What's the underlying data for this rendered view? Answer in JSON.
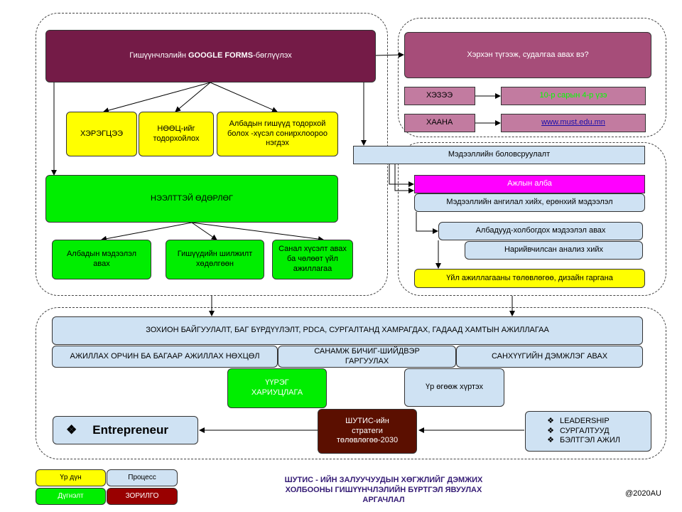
{
  "top": {
    "forms_prefix": "Гишүүнчлэлийн ",
    "forms_bold": "GOOGLE FORMS",
    "forms_suffix": "-бөглүүлэх",
    "need": "ХЭРЭГЦЭЭ",
    "resources": "НӨӨЦ-ийг тодорхойлох",
    "interest": "Албадын гишүүд тодорхой болох -хүсэл сонирхлоороо нэгдэх",
    "active": "НЭЭЛТТЭЙ ӨДӨРЛӨГ",
    "info": "Албадын мэдээлэл авах",
    "selection": "Гишүүдийн шилжилт хөдөлгөөн",
    "feedback": "Санал хүсэлт авах ба чөлөөт үйл ажиллагаа"
  },
  "right": {
    "question": "Хэрхэн түгээж, судалгаа авах вэ?",
    "when_label": "ХЭЗЭЭ",
    "when_value": "10-р сарын 4-р үзэ",
    "where_label": "ХААНА",
    "where_value": "www.must.edu.mn",
    "processing": "Мэдээллийн боловсруулалт",
    "work_dept": "Ажлын алба",
    "classify": "Мэдээллийн ангилал хийх, ерөнхий мэдээлэл",
    "dept_contact": "Албадууд-холбогдох мэдээлэл авах",
    "analysis": "Нарийвчилсан анализ хийх",
    "plan": "Үйл ажиллагааны төлөвлөгөө, дизайн гаргана"
  },
  "bottom": {
    "org": "ЗОХИОН БАЙГУУЛАЛТ, БАГ БҮРДҮҮЛЭЛТ, PDCA, СУРГАЛТАНД ХАМРАГДАХ, ГАДААД ХАМТЫН АЖИЛЛАГАА",
    "env": "АЖИЛЛАХ ОРЧИН БА БАГААР АЖИЛЛАХ НӨХЦӨЛ",
    "guide": "САНАМЖ БИЧИГ-ШИЙДВЭР ГАРГУУЛАХ",
    "finance": "САНХҮҮГИЙН ДЭМЖЛЭГ АВАХ",
    "role": "ҮҮРЭГ ХАРИУЦЛАГА",
    "achieve": "Үр өгөөж хүртэх",
    "entre_bullet": "❖",
    "entre": "Entrepreneur",
    "strategy": "ШУТИС-ийн стратеги төлөвлөгөө-2030",
    "bullet": "❖",
    "leadership": "LEADERSHIP",
    "trainings": "СУРГАЛТУУД",
    "practice": "БЭЛТГЭЛ АЖИЛ"
  },
  "legend": {
    "result": "Үр дүн",
    "process": "Процесс",
    "conclusion": "Дүгнэлт",
    "goal": "ЗОРИЛГО"
  },
  "footer": {
    "title_line1": "ШУТИС - ИЙН ЗАЛУУЧУУДЫН ХӨГЖЛИЙГ ДЭМЖИХ",
    "title_line2": "ХОЛБООНЫ ГИШҮҮНЧЛЭЛИЙН БҮРТГЭЛ ЯВУУЛАХ",
    "title_line3": "АРГАЧЛАЛ",
    "credit": "@2020AU"
  },
  "colors": {
    "maroon": "#741b47",
    "purple": "#a64d79",
    "mauve": "#c27ba0",
    "yellow": "#ffff00",
    "green": "#00ee00",
    "light_blue": "#cfe2f3",
    "magenta": "#ff00ff",
    "brown": "#5b0f00",
    "dark_red": "#990000",
    "footer_text": "#351c75"
  }
}
